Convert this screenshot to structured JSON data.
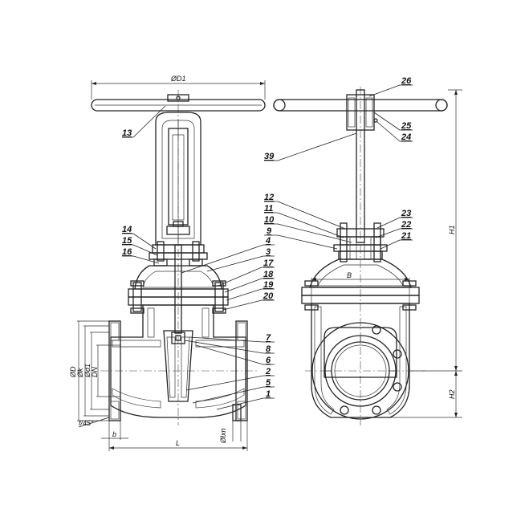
{
  "dimensions": {
    "D1": "ØD1",
    "D": "ØD",
    "k": "Øk",
    "d1": "Ød1",
    "DN": "DN",
    "chamfer": "f/45°",
    "b": "b",
    "L": "L",
    "lxn": "Ølxn",
    "B": "B",
    "H1": "H1",
    "H2": "H2"
  },
  "part_labels": {
    "p1": "1",
    "p2": "2",
    "p3": "3",
    "p4": "4",
    "p5": "5",
    "p6": "6",
    "p7": "7",
    "p8": "8",
    "p9": "9",
    "p10": "10",
    "p11": "11",
    "p12": "12",
    "p13": "13",
    "p14": "14",
    "p15": "15",
    "p16": "16",
    "p17": "17",
    "p18": "18",
    "p19": "19",
    "p20": "20",
    "p21": "21",
    "p22": "22",
    "p23": "23",
    "p24": "24",
    "p25": "25",
    "p26": "26",
    "p39": "39"
  }
}
